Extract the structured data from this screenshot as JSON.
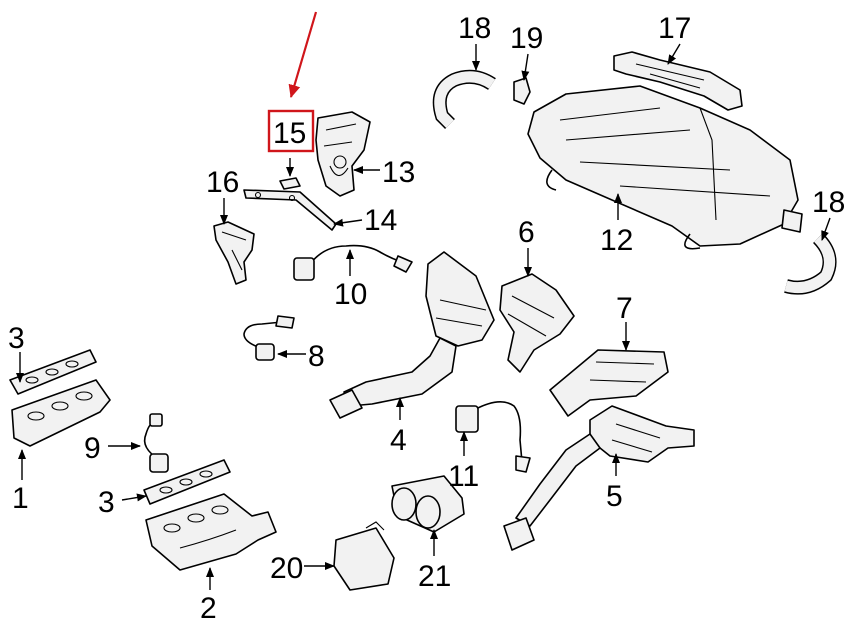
{
  "diagram": {
    "highlight_color": "#d0161b",
    "highlighted_part": "15",
    "labels": {
      "l1": "1",
      "l2": "2",
      "l3a": "3",
      "l3b": "3",
      "l4": "4",
      "l5": "5",
      "l6": "6",
      "l7": "7",
      "l8": "8",
      "l9": "9",
      "l10": "10",
      "l11": "11",
      "l12": "12",
      "l13": "13",
      "l14": "14",
      "l15": "15",
      "l16": "16",
      "l17": "17",
      "l18a": "18",
      "l18b": "18",
      "l19": "19",
      "l20": "20",
      "l21": "21"
    }
  }
}
